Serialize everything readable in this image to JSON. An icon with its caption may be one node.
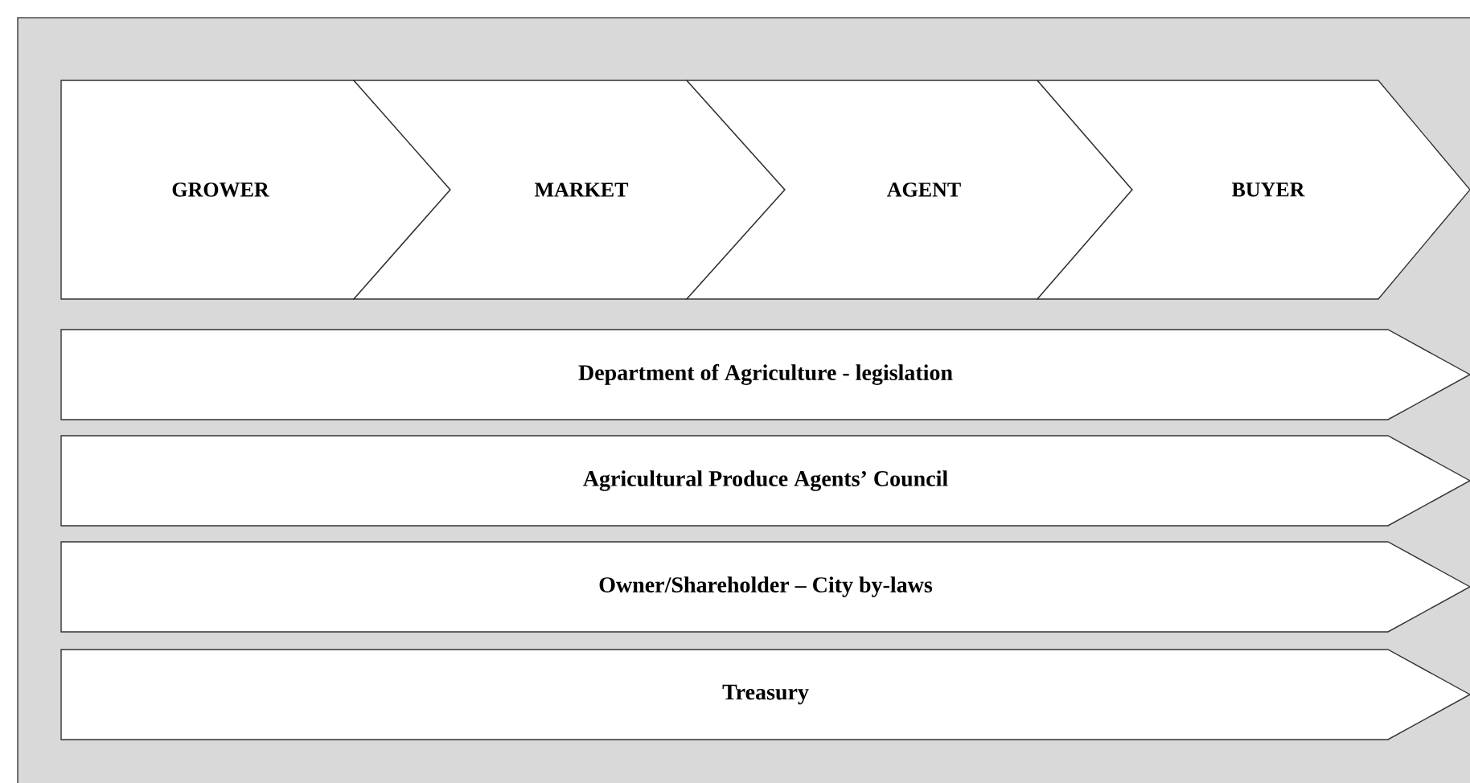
{
  "diagram": {
    "nodes": [
      {
        "text": [
          "GROWER"
        ]
      },
      {
        "text": [
          "MARKET"
        ]
      },
      {
        "text": [
          "AGENT"
        ]
      },
      {
        "text": [
          "BUYER"
        ]
      },
      {
        "text": [
          "Department of Agriculture - legislation"
        ]
      },
      {
        "text": [
          "Agricultural Produce Agents’ Council"
        ]
      },
      {
        "text": [
          "Owner/Shareholder – City by-laws"
        ]
      },
      {
        "text": [
          "Treasury"
        ]
      }
    ]
  }
}
